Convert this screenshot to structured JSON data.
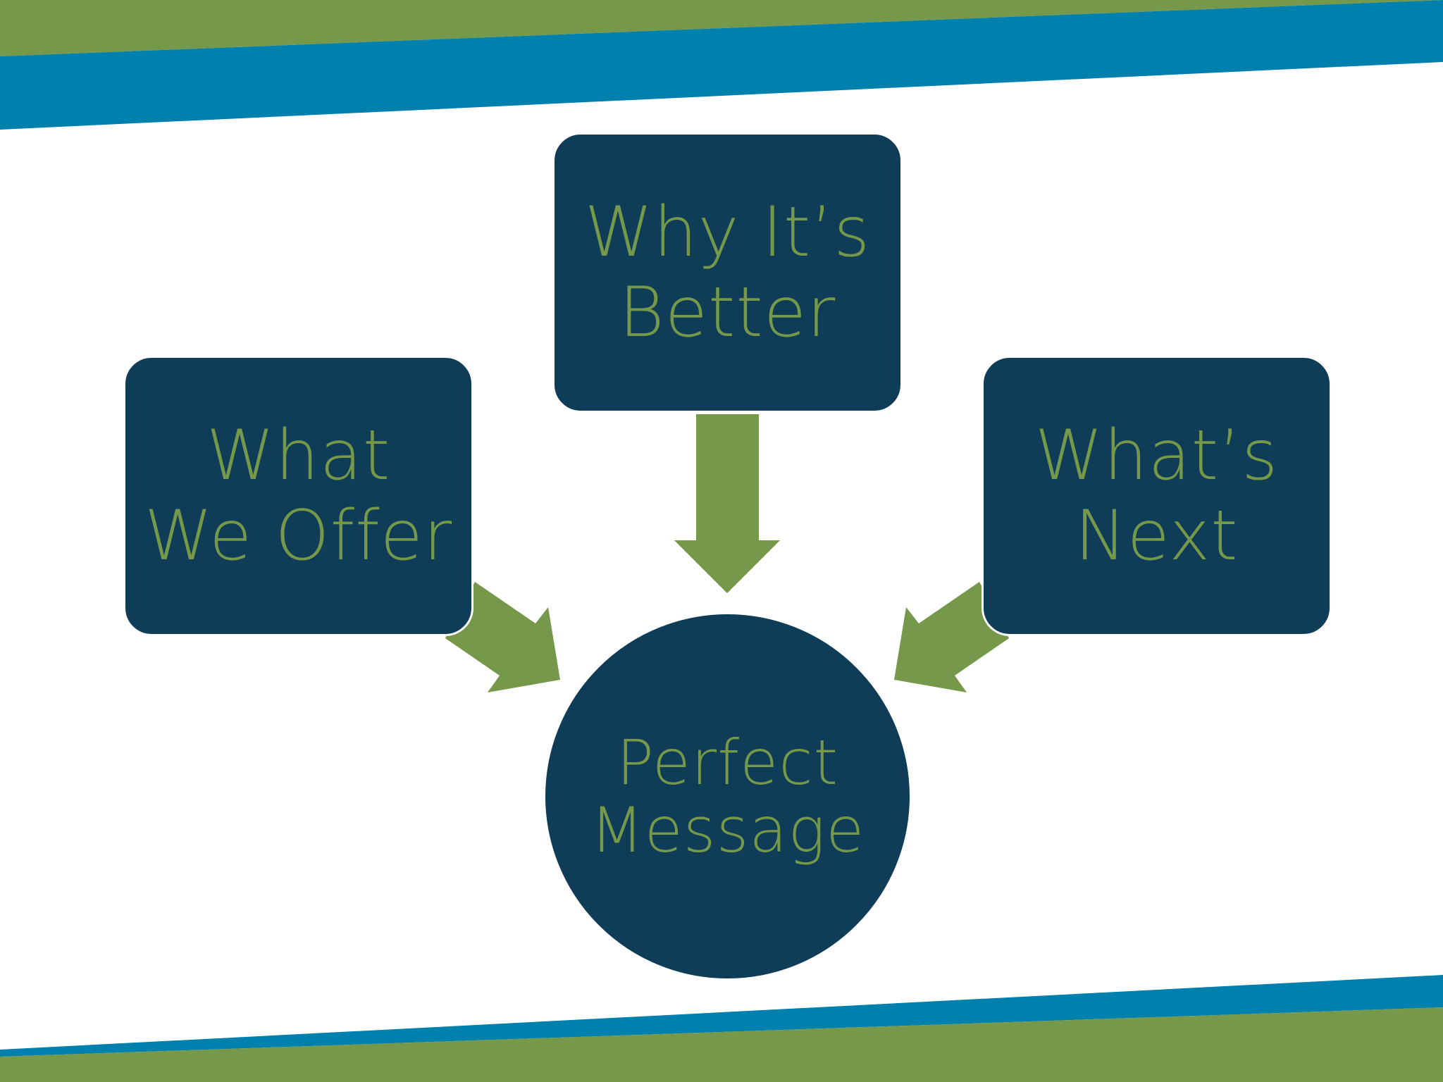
{
  "colors": {
    "navy": "#0f3c57",
    "green": "#76984a",
    "teal": "#0080ac",
    "band_green": "#76984a"
  },
  "nodes": {
    "left": {
      "line1": "What",
      "line2": "We Offer"
    },
    "top": {
      "line1": "Why It’s",
      "line2": "Better"
    },
    "right": {
      "line1": "What’s",
      "line2": "Next"
    },
    "center": {
      "line1": "Perfect",
      "line2": "Message"
    }
  }
}
